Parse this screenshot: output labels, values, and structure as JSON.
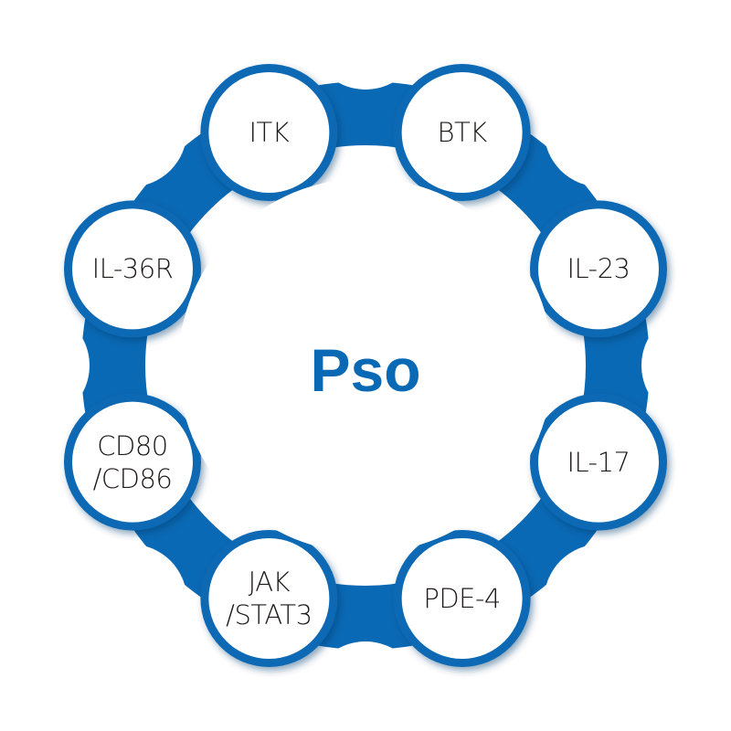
{
  "diagram": {
    "type": "circular-ring-network",
    "center_label": "Pso",
    "colors": {
      "ring": "#0a69b4",
      "node_fill": "#ffffff",
      "text": "#1f1a1a",
      "center_text": "#0a69b4",
      "background": "#ffffff"
    },
    "nodes": [
      {
        "id": "itk",
        "lines": [
          "ITK"
        ]
      },
      {
        "id": "btk",
        "lines": [
          "BTK"
        ]
      },
      {
        "id": "il23",
        "lines": [
          "IL-23"
        ]
      },
      {
        "id": "il17",
        "lines": [
          "IL-17"
        ]
      },
      {
        "id": "pde4",
        "lines": [
          "PDE-4"
        ]
      },
      {
        "id": "jak-stat3",
        "lines": [
          "JAK",
          "/STAT3"
        ]
      },
      {
        "id": "cd80-cd86",
        "lines": [
          "CD80",
          "/CD86"
        ]
      },
      {
        "id": "il36r",
        "lines": [
          "IL-36R"
        ]
      }
    ]
  }
}
